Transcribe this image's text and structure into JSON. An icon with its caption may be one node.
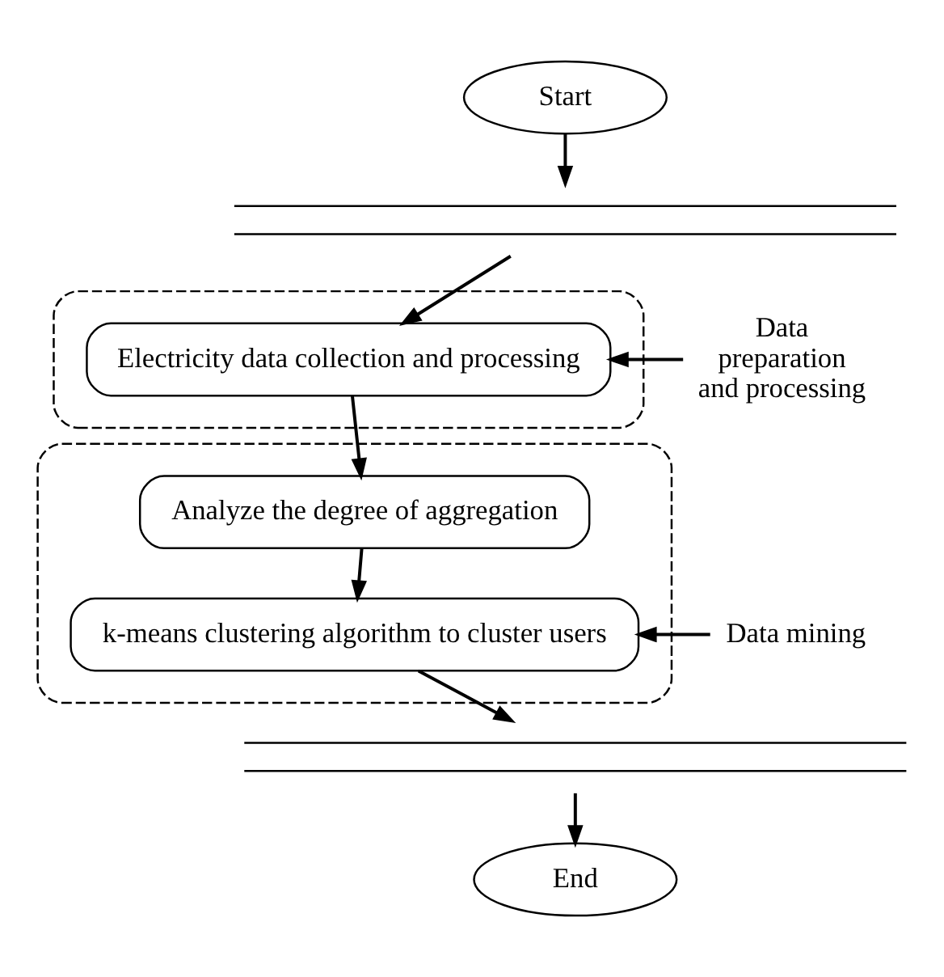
{
  "diagram": {
    "nodes": [
      {
        "text": [
          "Start"
        ]
      },
      {
        "text": [],
        "shape": "bar"
      },
      {
        "text": [],
        "shape": "box"
      },
      {
        "text": [
          "Electricity data collection and processing"
        ],
        "in": 2
      },
      {
        "text": [
          "Data preparation and processing"
        ]
      },
      {
        "text": [],
        "shape": "box"
      },
      {
        "text": [
          "Analyze the degree of aggregation"
        ],
        "in": 5
      },
      {
        "text": [
          "k-means clustering algorithm to cluster users"
        ],
        "in": 5
      },
      {
        "text": [
          "Data mining"
        ]
      },
      {
        "text": [],
        "shape": "bar"
      },
      {
        "text": [
          "End"
        ]
      }
    ],
    "edges": [
      {
        "from": 0,
        "to": 1,
        "arrow": "to"
      },
      {
        "from": 1,
        "to": 3,
        "arrow": "to"
      },
      {
        "from": 4,
        "to": 3,
        "arrow": "to"
      },
      {
        "from": 3,
        "to": 6,
        "arrow": "to"
      },
      {
        "from": 6,
        "to": 7,
        "arrow": "to"
      },
      {
        "from": 8,
        "to": 7,
        "arrow": "to"
      },
      {
        "from": 7,
        "to": 9,
        "arrow": "to"
      },
      {
        "from": 9,
        "to": 10,
        "arrow": "to"
      }
    ]
  }
}
